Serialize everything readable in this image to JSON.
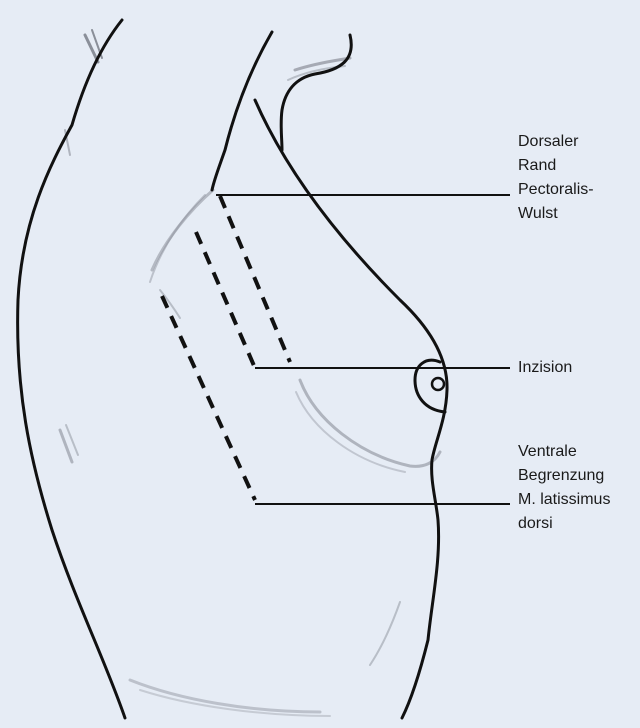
{
  "colors": {
    "background": "#e6ecf5",
    "outline": "#111111",
    "shading": "#8a8f99",
    "text": "#1a1a1a"
  },
  "labels": {
    "pectoralis": [
      "Dorsaler",
      "Rand",
      "Pectoralis-",
      "Wulst"
    ],
    "inzision": [
      "Inzision"
    ],
    "ventrale": [
      "Ventrale",
      "Begrenzung",
      "M. latissimus",
      "dorsi"
    ]
  }
}
